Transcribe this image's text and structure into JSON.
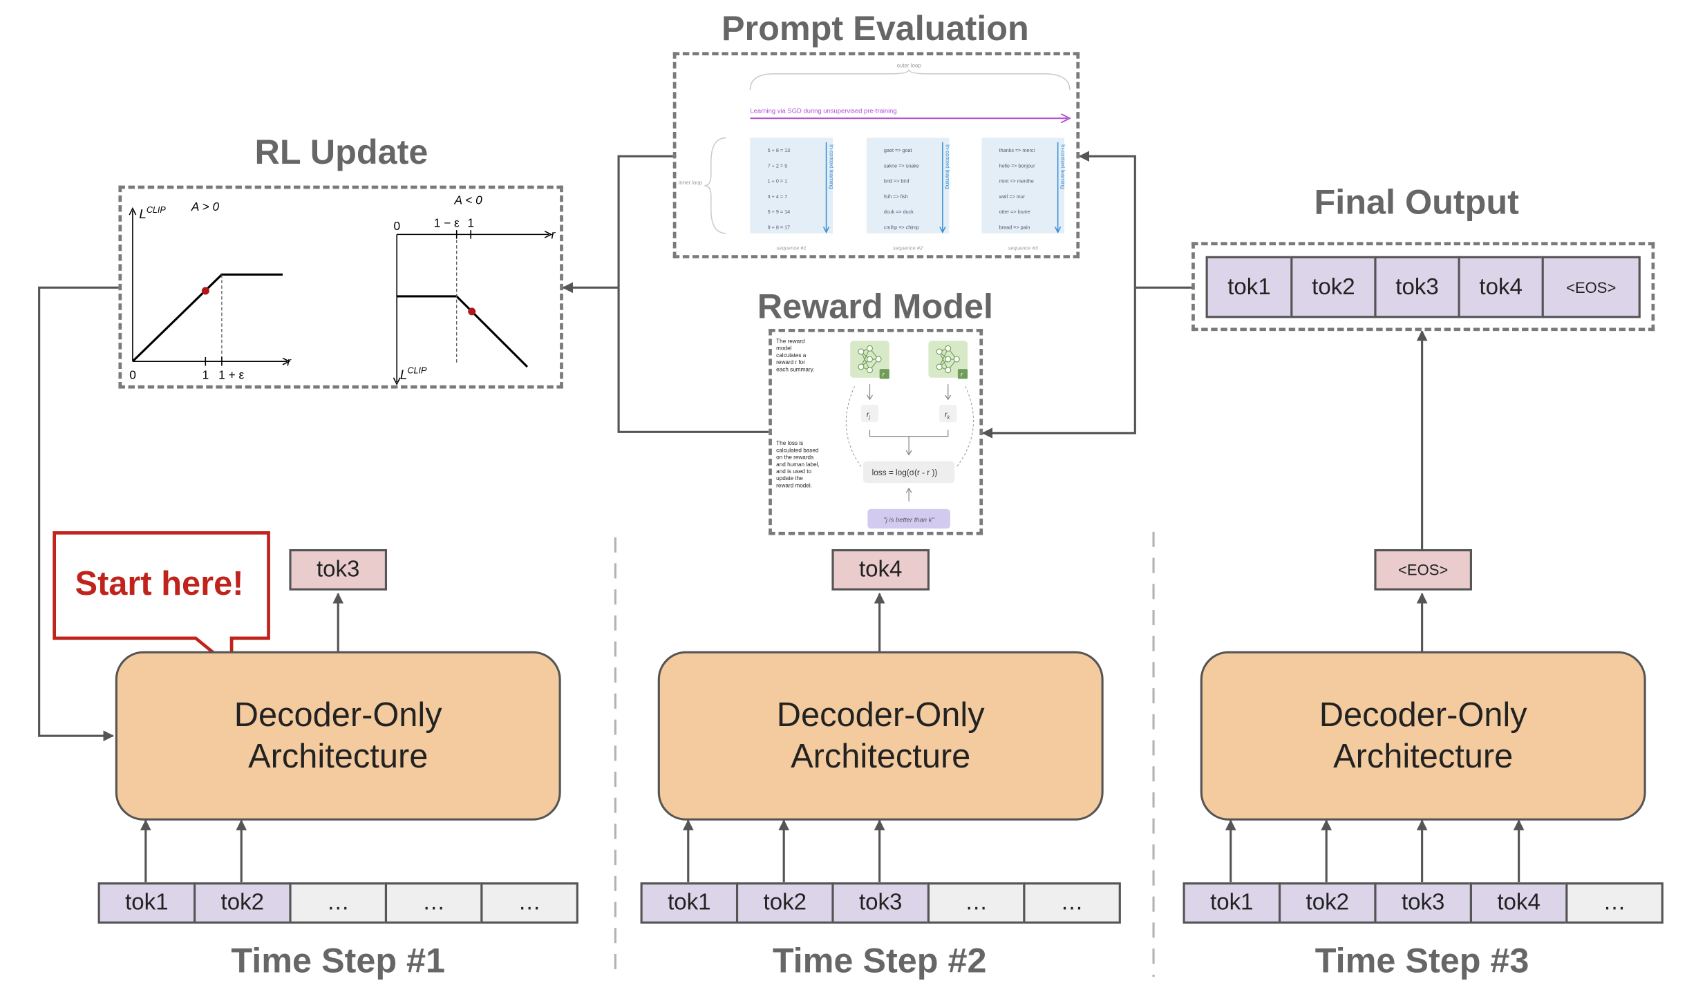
{
  "titles": {
    "prompt_evaluation": "Prompt Evaluation",
    "rl_update": "RL Update",
    "final_output": "Final Output",
    "reward_model": "Reward Model"
  },
  "callout": {
    "text": "Start here!",
    "color": "#c0231c"
  },
  "decoder_label": {
    "line1": "Decoder-Only",
    "line2": "Architecture"
  },
  "time_steps": [
    {
      "label": "Time Step #1",
      "inputs": [
        "tok1",
        "tok2",
        "…",
        "…",
        "…"
      ],
      "output": "tok3"
    },
    {
      "label": "Time Step #2",
      "inputs": [
        "tok1",
        "tok2",
        "tok3",
        "…",
        "…"
      ],
      "output": "tok4"
    },
    {
      "label": "Time Step #3",
      "inputs": [
        "tok1",
        "tok2",
        "tok3",
        "tok4",
        "…"
      ],
      "output": "<EOS>"
    }
  ],
  "final_output_tokens": [
    "tok1",
    "tok2",
    "tok3",
    "tok4",
    "<EOS>"
  ],
  "rl_plot": {
    "left": {
      "condition": "A > 0",
      "y_label": "L",
      "y_sup": "CLIP",
      "x_label": "r",
      "origin": "0",
      "tick1": "1",
      "tick2": "1 + ε"
    },
    "right": {
      "condition": "A < 0",
      "y_label": "L",
      "y_sup": "CLIP",
      "x_label": "r",
      "origin": "0",
      "tick1": "1 − ε",
      "tick2": "1"
    }
  },
  "prompt_eval_figure": {
    "outer_loop": "outer loop",
    "inner_loop": "inner loop",
    "sgd_label": "Learning via SGD during unsupervised pre-training",
    "in_context": "In-context learning",
    "sequences": [
      {
        "label": "sequence #1",
        "lines": [
          "5 + 8 = 13",
          "7 + 2 = 9",
          "1 + 0 = 1",
          "3 + 4 = 7",
          "5 + 9 = 14",
          "9 + 8 = 17"
        ]
      },
      {
        "label": "sequence #2",
        "lines": [
          "gaot => goat",
          "sakne => snake",
          "brid => bird",
          "fsih => fish",
          "dcuk => duck",
          "cmihp => chimp"
        ]
      },
      {
        "label": "sequence #3",
        "lines": [
          "thanks => merci",
          "hello => bonjour",
          "mint => menthe",
          "wall => mur",
          "otter => loutre",
          "bread => pain"
        ]
      }
    ]
  },
  "reward_model_figure": {
    "desc1": [
      "The reward",
      "model",
      "calculates a",
      "reward r for",
      "each summary."
    ],
    "desc2": [
      "The loss is",
      "calculated based",
      "on the rewards",
      "and human label,",
      "and is used to",
      "update the",
      "reward model."
    ],
    "loss": "loss = log(σ(r  - r ))",
    "loss_sub_j": "j",
    "loss_sub_k": "k",
    "r_j": "r",
    "r_k": "r",
    "sub_j": "j",
    "sub_k": "k",
    "badge": "r",
    "human_label": "\"j is better than k\""
  },
  "colors": {
    "decoder_fill": "#f3cb9f",
    "token_fill": "#dcd5ea",
    "ellipsis_fill": "#efefef",
    "output_fill": "#eacccd",
    "title_gray": "#666666",
    "callout_red": "#c0231c",
    "sgd_purple": "#b04fd1",
    "in_context_blue": "#3a8fd6",
    "marker_red": "#b0171b"
  }
}
